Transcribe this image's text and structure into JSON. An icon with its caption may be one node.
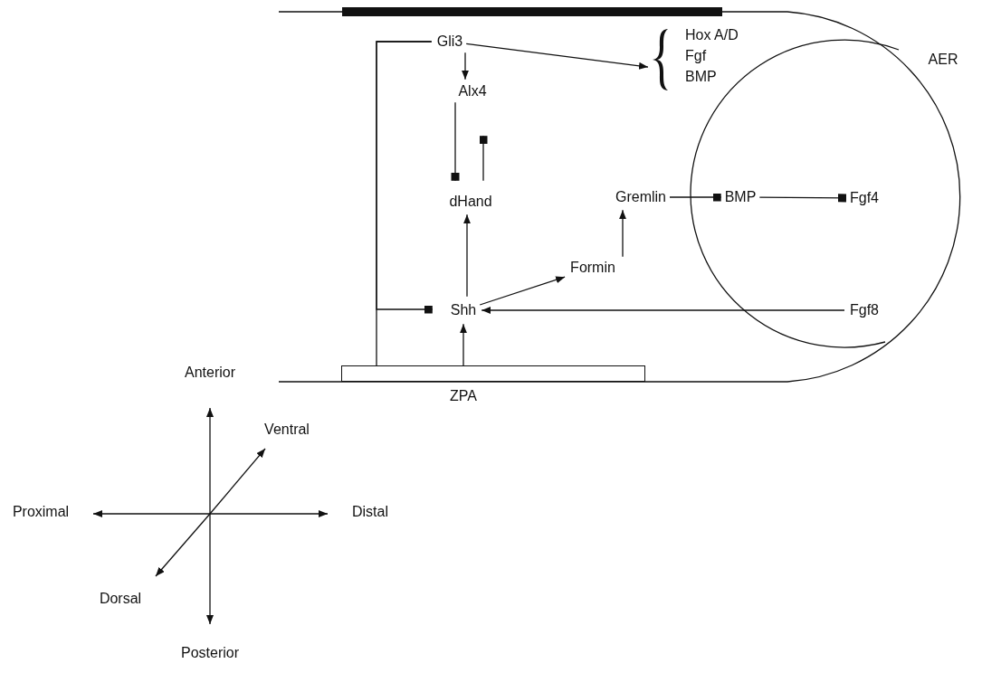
{
  "diagram": {
    "nodes": [
      {
        "text": [
          "Gli3"
        ]
      },
      {
        "text": [
          "Hox A/D",
          "Fgf",
          "BMP"
        ]
      },
      {
        "text": [
          "Alx4"
        ]
      },
      {
        "text": [
          "dHand"
        ]
      },
      {
        "text": [
          "Gremlin"
        ]
      },
      {
        "text": [
          "BMP"
        ]
      },
      {
        "text": [
          "Fgf4"
        ]
      },
      {
        "text": [
          "Formin"
        ]
      },
      {
        "text": [
          "Shh"
        ]
      },
      {
        "text": [
          "Fgf8"
        ]
      },
      {
        "text": [
          "ZPA"
        ]
      }
    ],
    "edges": [
      {
        "from": 0,
        "to": 2,
        "arrow": "to"
      },
      {
        "from": 0,
        "to": 1,
        "arrow": "to"
      },
      {
        "from": 2,
        "to": 3,
        "arrow": "other"
      },
      {
        "from": 3,
        "to": 2,
        "arrow": "other"
      },
      {
        "from": 8,
        "to": 3,
        "arrow": "to"
      },
      {
        "from": 8,
        "to": 7,
        "arrow": "to"
      },
      {
        "from": 7,
        "to": 4,
        "arrow": "to"
      },
      {
        "from": 4,
        "to": 5,
        "arrow": "other"
      },
      {
        "from": 5,
        "to": 6,
        "arrow": "other"
      },
      {
        "from": 9,
        "to": 8,
        "arrow": "to"
      },
      {
        "from": 10,
        "to": 8,
        "arrow": "to"
      },
      {
        "from": 0,
        "to": 10,
        "arrow": "other"
      },
      {
        "from": 0,
        "to": 8,
        "arrow": "other"
      }
    ],
    "labels": [
      "AER",
      "Anterior",
      "Ventral",
      "Proximal",
      "Distal",
      "Dorsal",
      "Posterior"
    ]
  }
}
